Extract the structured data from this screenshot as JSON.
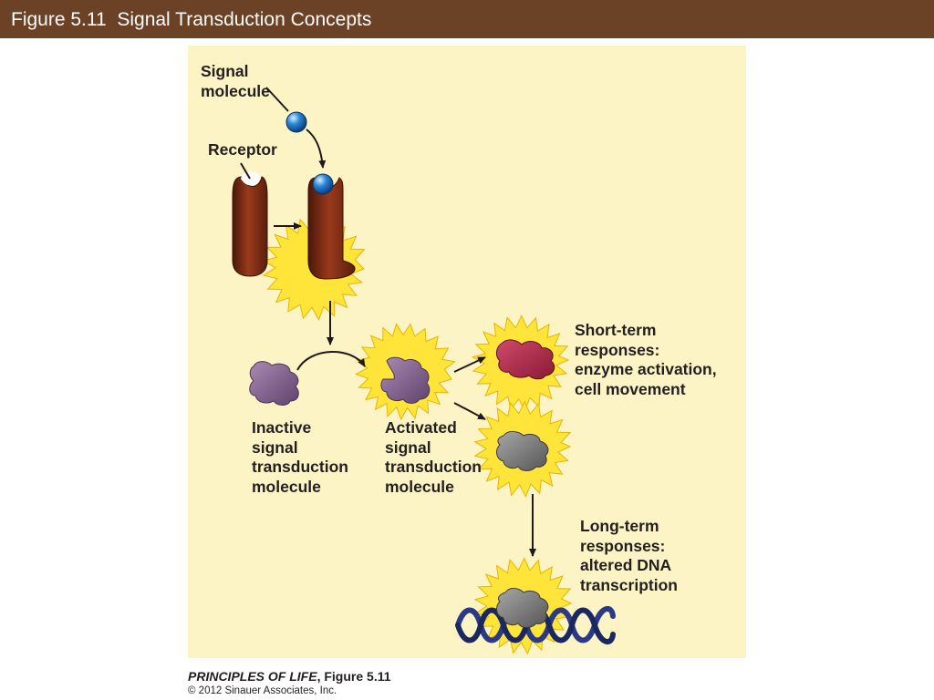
{
  "header": {
    "title": "Figure 5.11  Signal Transduction Concepts",
    "background_color": "#6b4226"
  },
  "diagram": {
    "background_color": "#fdf4c6",
    "labels": {
      "signal_molecule": [
        "Signal",
        "molecule"
      ],
      "receptor": "Receptor",
      "inactive": [
        "Inactive",
        "signal",
        "transduction",
        "molecule"
      ],
      "activated": [
        "Activated",
        "signal",
        "transduction",
        "molecule"
      ],
      "short_term": [
        "Short-term",
        "responses:",
        "enzyme activation,",
        "cell movement"
      ],
      "long_term": [
        "Long-term",
        "responses:",
        "altered DNA",
        "transcription"
      ]
    },
    "colors": {
      "receptor": "#7a2a14",
      "signal_molecule": "#2a86d6",
      "transduction_molecule": "#8c6e96",
      "enzyme": "#b02a4a",
      "transcription_factor": "#7f7f7f",
      "activation_burst": "#ffe53a",
      "dna": "#2a3a86"
    }
  },
  "caption": {
    "book": "PRINCIPLES OF LIFE",
    "figure": ", Figure 5.11",
    "copyright": "© 2012 Sinauer Associates, Inc."
  }
}
